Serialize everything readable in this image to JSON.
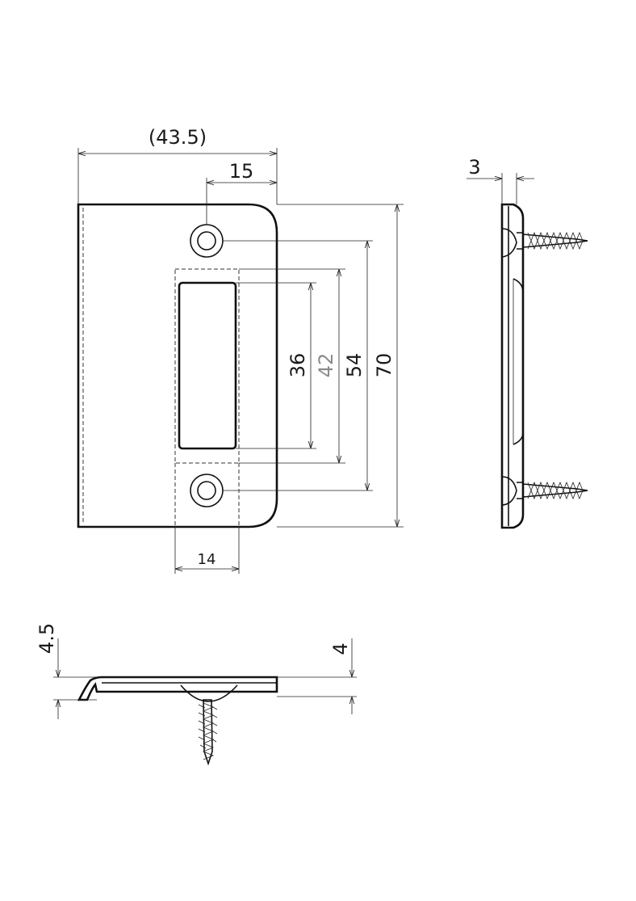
{
  "dimensions": {
    "front_width_overall": "(43.5)",
    "hole_offset": "15",
    "slot_height": "36",
    "recess_height": "42",
    "hole_spacing": "54",
    "plate_height": "70",
    "recess_width": "14",
    "side_thickness": "3",
    "bottom_height": "4.5",
    "bottom_lip": "4"
  }
}
